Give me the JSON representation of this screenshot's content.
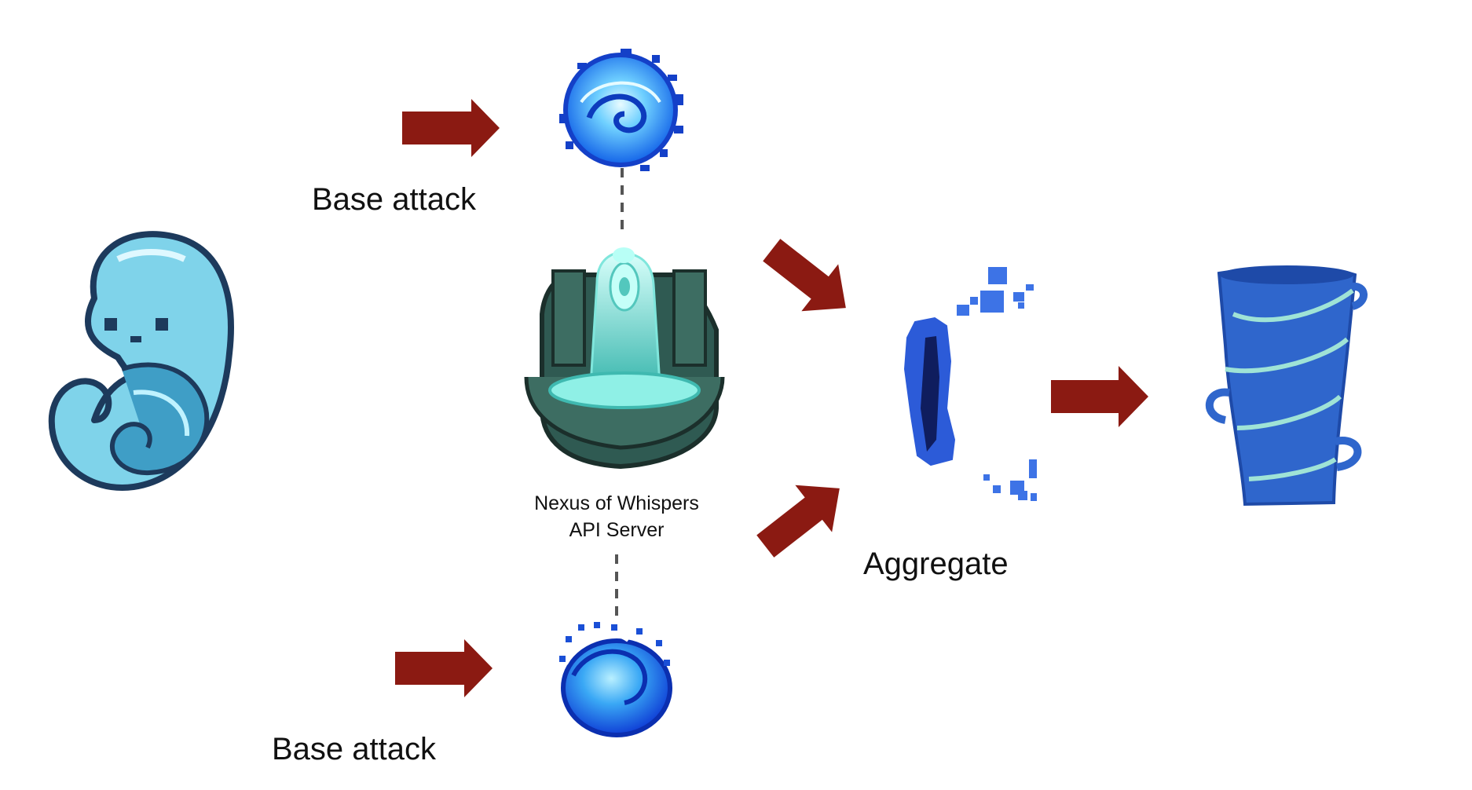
{
  "labels": {
    "base_attack_top": "Base attack",
    "base_attack_bottom": "Base attack",
    "server_line1": "Nexus of Whispers",
    "server_line2": "API Server",
    "aggregate": "Aggregate"
  },
  "icons": {
    "source": "water-spirit-icon",
    "attack_top": "water-vortex-orb-icon",
    "server": "crystal-fountain-icon",
    "attack_bottom": "water-wave-orb-icon",
    "aggregate": "water-fragments-icon",
    "result": "water-tornado-icon"
  },
  "colors": {
    "arrow": "#8b1a12",
    "connector": "#555555",
    "spirit": "#7fd3ea",
    "spirit_outline": "#1d3a5c",
    "vortex": "#2a8bf0",
    "wave": "#1f63e0",
    "fountain_rock": "#2f5a52",
    "fountain_water": "#8ff0e6",
    "tornado": "#2f66cc",
    "tornado_stripe": "#9fe3d6"
  }
}
